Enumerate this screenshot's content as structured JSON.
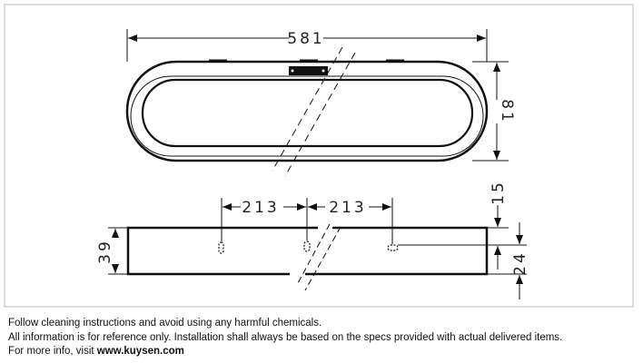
{
  "drawing": {
    "dimensions": {
      "overall_length": "581",
      "depth": "81",
      "hole_spacing_left": "213",
      "hole_spacing_right": "213",
      "height": "39",
      "top_offset": "15",
      "hole_height": "24"
    }
  },
  "notes": {
    "line1": "Follow cleaning instructions and avoid using any harmful chemicals.",
    "line2": "All information is for reference only. Installation shall always be based on the specs provided with actual delivered items.",
    "line3_prefix": "For more info, visit ",
    "line3_link": "www.kuysen.com"
  }
}
